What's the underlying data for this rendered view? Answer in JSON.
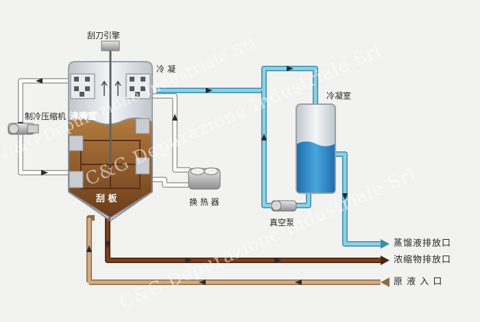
{
  "labels": {
    "scraper_drive": "刮刀引擎",
    "condenser_top": "冷  凝",
    "condenser_chamber": "冷凝室",
    "refrigeration_compressor": "制冷压缩机",
    "boiling_chamber": "沸腾室",
    "scraper": "刮  板",
    "heat_exchanger": "换 热 器",
    "vacuum_pump": "真空泵",
    "distillate_outlet": "蒸馏液排放口",
    "concentrate_outlet": "浓缩物排放口",
    "feed_inlet": "原 液 入 口"
  },
  "watermark": "C&G Depurazione Industriale Srl",
  "colors": {
    "background": "#f2f2f1",
    "pipe_blue": "#5fb4d0",
    "pipe_brown": "#6e3a1e",
    "pipe_tan": "#c79a6a",
    "pipe_grey": "#ffffff",
    "liquid_brown": "#9b6535",
    "liquid_blue": "#2f88c7"
  }
}
